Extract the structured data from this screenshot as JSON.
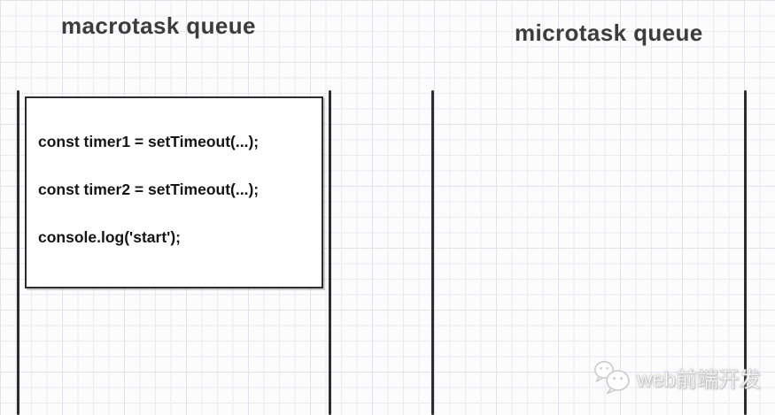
{
  "titles": {
    "macrotask": "macrotask queue",
    "microtask": "microtask queue"
  },
  "code_box": {
    "lines": [
      "const timer1 = setTimeout(...);",
      "const timer2 = setTimeout(...);",
      "console.log('start');"
    ]
  },
  "watermark": {
    "text": "web前端开发",
    "icon": "wechat-logo"
  },
  "colors": {
    "background": "#fcfcfd",
    "grid_line": "#ebebee",
    "grid_line_strong": "#e2e2e8",
    "stroke": "#2d2d2d",
    "title_text": "#3c3c3c",
    "code_text": "#151515",
    "watermark_text": "#ffffff",
    "watermark_outline": "#c9c9c9"
  }
}
